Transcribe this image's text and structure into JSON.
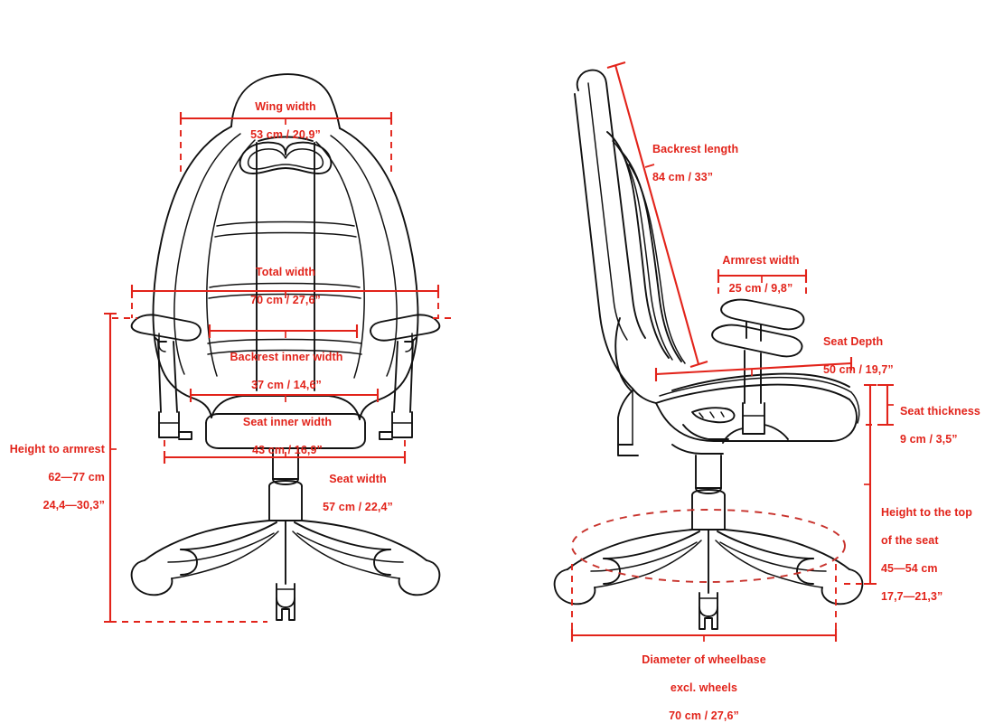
{
  "figure": {
    "type": "technical-dimension-drawing",
    "subject": "gaming chair",
    "views": [
      {
        "name": "front-view",
        "position": "left"
      },
      {
        "name": "side-view",
        "position": "right"
      }
    ],
    "colors": {
      "dimension_red": "#e2231a",
      "outline_black": "#111111",
      "background": "#ffffff"
    }
  },
  "dimensions": {
    "wing_width": {
      "label": "Wing width",
      "value": "53 cm / 20,9”"
    },
    "total_width": {
      "label": "Total width",
      "value": "70 cm / 27,6”"
    },
    "backrest_inner": {
      "label": "Backrest inner width",
      "value": "37 cm / 14,6”"
    },
    "seat_inner": {
      "label": "Seat inner width",
      "value": "43 cm / 16,9”"
    },
    "seat_width": {
      "label": "Seat width",
      "value": "57 cm / 22,4”"
    },
    "height_to_armrest": {
      "label": "Height to armrest",
      "value": "62—77 cm",
      "value2": "24,4—30,3”"
    },
    "backrest_length": {
      "label": "Backrest length",
      "value": "84 cm / 33”"
    },
    "armrest_width": {
      "label": "Armrest width",
      "value": "25 cm / 9,8”"
    },
    "seat_depth": {
      "label": "Seat Depth",
      "value": "50 cm / 19,7”"
    },
    "seat_thickness": {
      "label": "Seat thickness",
      "value": "9 cm / 3,5”"
    },
    "height_top_seat": {
      "label": "Height to the top",
      "label2": "of the seat",
      "value": "45—54 cm",
      "value2": "17,7—21,3”"
    },
    "wheelbase": {
      "label": "Diameter of wheelbase",
      "label2": "excl. wheels",
      "value": "70 cm / 27,6”"
    }
  }
}
